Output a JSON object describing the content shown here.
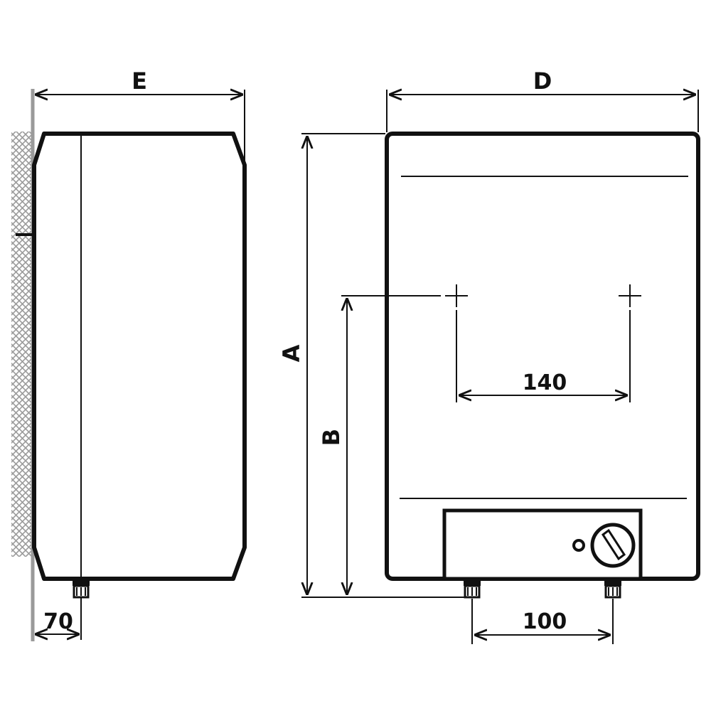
{
  "dimensions": {
    "width_label": "E",
    "front_width_label": "D",
    "height_label": "A",
    "mount_height_label": "B",
    "mount_spacing": "140",
    "pipe_spacing": "100",
    "wall_offset": "70"
  },
  "colors": {
    "line": "#111111",
    "wall_hatch": "#9a9a9a",
    "background": "#ffffff"
  },
  "icons": {
    "thermostat_knob": "thermostat-knob-icon",
    "indicator_lamp": "indicator-lamp-icon"
  }
}
